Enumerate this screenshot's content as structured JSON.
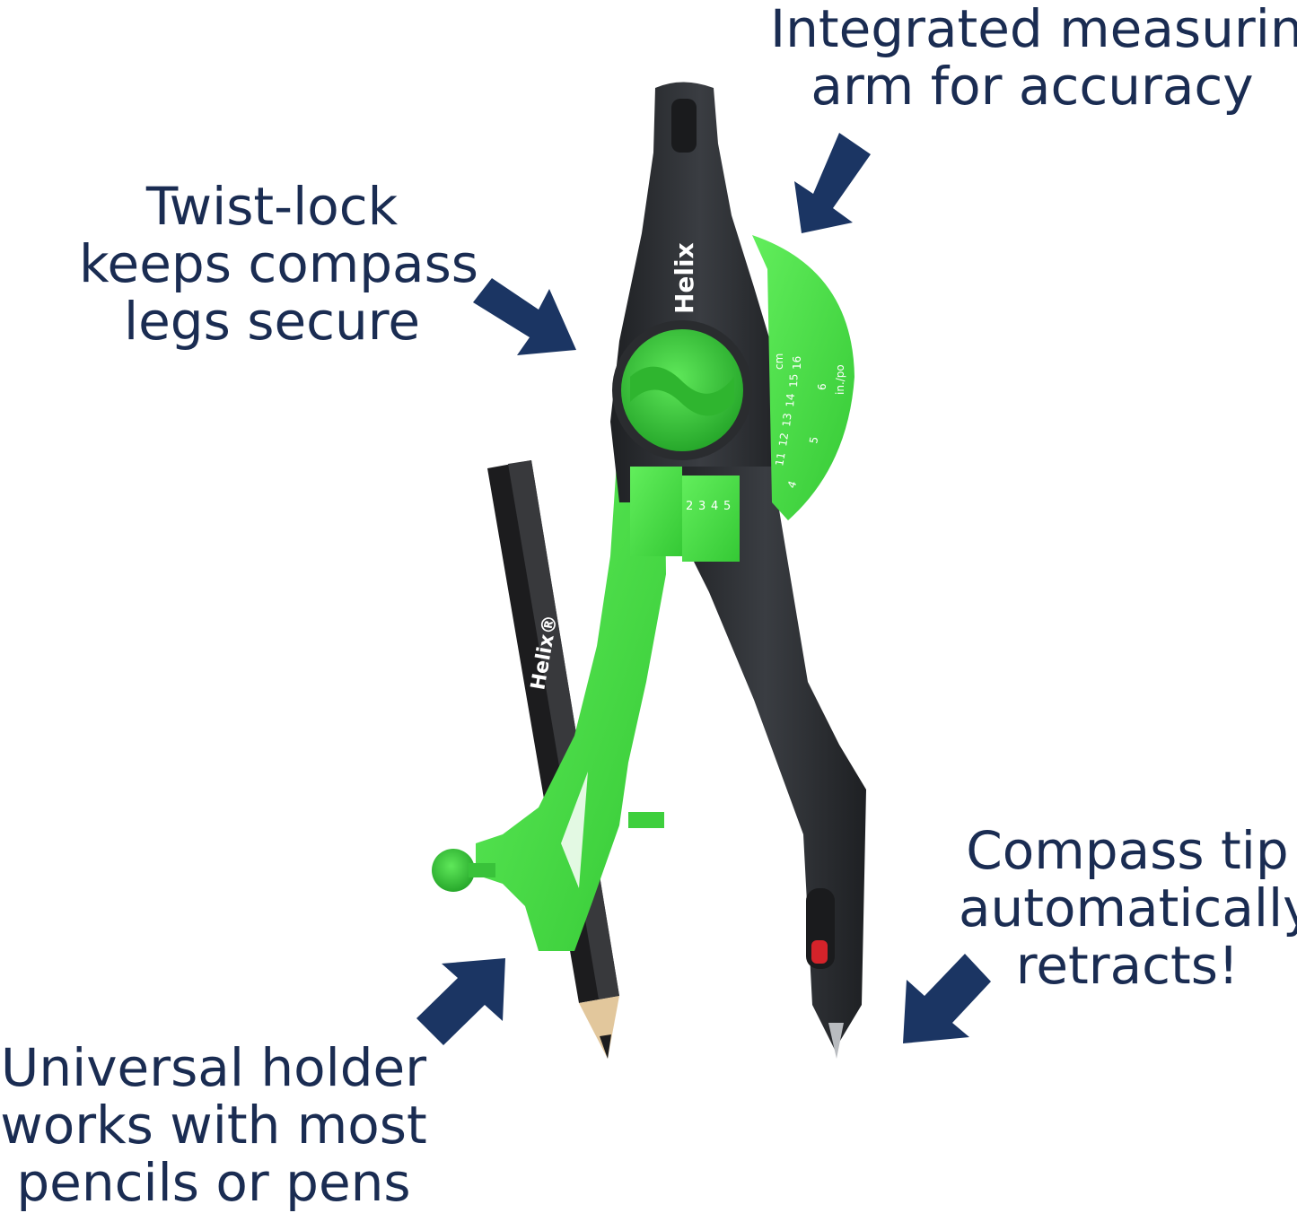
{
  "brand": {
    "compass_logo": "Helix",
    "pencil_logo": "Helix®"
  },
  "callouts": {
    "measuring": {
      "lines": [
        "Integrated measuring",
        "arm for accuracy"
      ]
    },
    "twist_lock": {
      "lines": [
        "Twist-lock",
        "keeps compass",
        "legs secure"
      ]
    },
    "tip": {
      "lines": [
        "Compass tip",
        "automatically",
        "retracts!"
      ]
    },
    "holder": {
      "lines": [
        "Universal holder",
        "works with most",
        "pencils or pens"
      ]
    }
  },
  "scale": {
    "unit_cm": "cm",
    "unit_in": "in./po",
    "arc_cm_numbers": [
      "11",
      "12",
      "13",
      "14",
      "15",
      "16"
    ],
    "arc_in_numbers": [
      "4",
      "5",
      "6"
    ],
    "slot_numbers": [
      "2",
      "3",
      "4",
      "5"
    ]
  },
  "colors": {
    "text_navy": "#1a2c52",
    "arrow_navy": "#1b3563",
    "body_black": "#2b2d30",
    "accent_green": "#4fe04a",
    "accent_green_dark": "#2fb52f",
    "tip_red": "#d4232a",
    "wood": "#e2c79c"
  }
}
